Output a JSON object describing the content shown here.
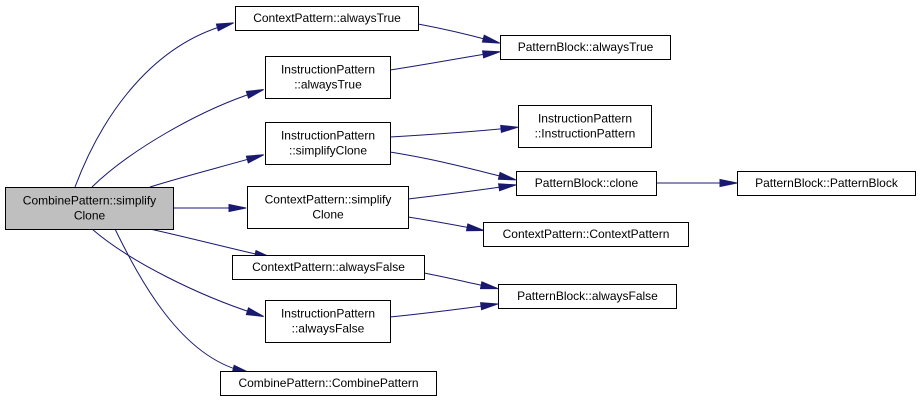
{
  "graph": {
    "edge_color": "#191970",
    "root_fill": "#bfbfbf",
    "node_fill": "#ffffff",
    "nodes": [
      {
        "id": "root",
        "lines": [
          "CombinePattern::simplify",
          "Clone"
        ],
        "root": true
      },
      {
        "id": "ctx_alwaysTrue",
        "lines": [
          "ContextPattern::alwaysTrue"
        ]
      },
      {
        "id": "ins_alwaysTrue",
        "lines": [
          "InstructionPattern",
          "::alwaysTrue"
        ]
      },
      {
        "id": "ins_simplifyClone",
        "lines": [
          "InstructionPattern",
          "::simplifyClone"
        ]
      },
      {
        "id": "ctx_simplifyClone",
        "lines": [
          "ContextPattern::simplify",
          "Clone"
        ]
      },
      {
        "id": "ctx_alwaysFalse",
        "lines": [
          "ContextPattern::alwaysFalse"
        ]
      },
      {
        "id": "ins_alwaysFalse",
        "lines": [
          "InstructionPattern",
          "::alwaysFalse"
        ]
      },
      {
        "id": "cmb_ctor",
        "lines": [
          "CombinePattern::CombinePattern"
        ]
      },
      {
        "id": "pb_alwaysTrue",
        "lines": [
          "PatternBlock::alwaysTrue"
        ]
      },
      {
        "id": "ins_ctor",
        "lines": [
          "InstructionPattern",
          "::InstructionPattern"
        ]
      },
      {
        "id": "pb_clone",
        "lines": [
          "PatternBlock::clone"
        ]
      },
      {
        "id": "ctx_ctor",
        "lines": [
          "ContextPattern::ContextPattern"
        ]
      },
      {
        "id": "pb_alwaysFalse",
        "lines": [
          "PatternBlock::alwaysFalse"
        ]
      },
      {
        "id": "pb_ctor",
        "lines": [
          "PatternBlock::PatternBlock"
        ]
      }
    ],
    "edges": [
      {
        "from": "root",
        "to": "ctx_alwaysTrue"
      },
      {
        "from": "root",
        "to": "ins_alwaysTrue"
      },
      {
        "from": "root",
        "to": "ins_simplifyClone"
      },
      {
        "from": "root",
        "to": "ctx_simplifyClone"
      },
      {
        "from": "root",
        "to": "ctx_alwaysFalse"
      },
      {
        "from": "root",
        "to": "ins_alwaysFalse"
      },
      {
        "from": "root",
        "to": "cmb_ctor"
      },
      {
        "from": "ctx_alwaysTrue",
        "to": "pb_alwaysTrue"
      },
      {
        "from": "ins_alwaysTrue",
        "to": "pb_alwaysTrue"
      },
      {
        "from": "ins_simplifyClone",
        "to": "ins_ctor"
      },
      {
        "from": "ins_simplifyClone",
        "to": "pb_clone"
      },
      {
        "from": "ctx_simplifyClone",
        "to": "pb_clone"
      },
      {
        "from": "ctx_simplifyClone",
        "to": "ctx_ctor"
      },
      {
        "from": "pb_clone",
        "to": "pb_ctor"
      },
      {
        "from": "ctx_alwaysFalse",
        "to": "pb_alwaysFalse"
      },
      {
        "from": "ins_alwaysFalse",
        "to": "pb_alwaysFalse"
      }
    ]
  }
}
